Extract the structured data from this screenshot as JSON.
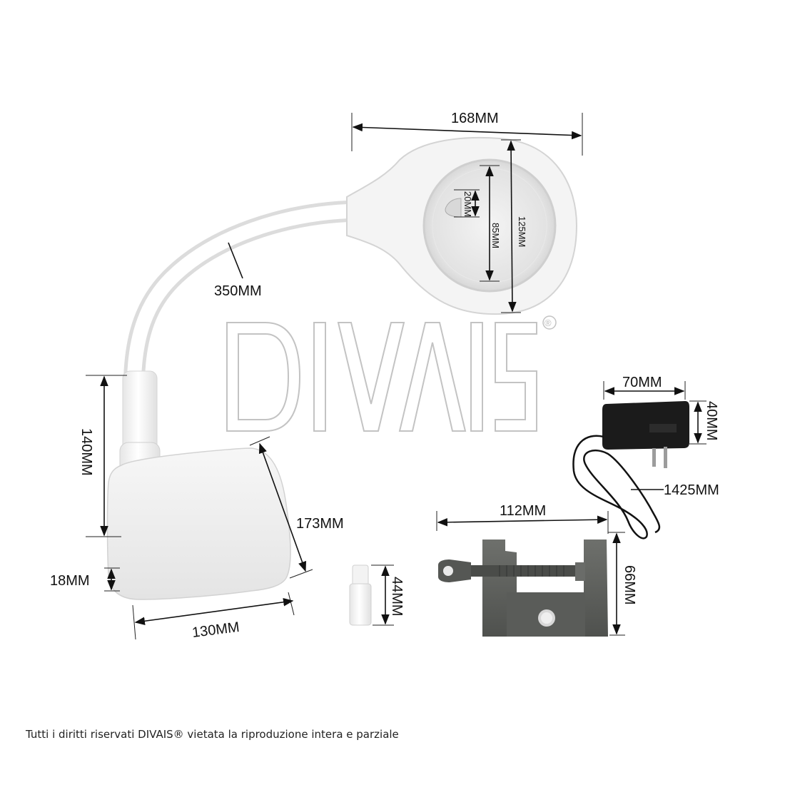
{
  "brand": {
    "logo_text": "DIVAIS",
    "registered_mark": "®"
  },
  "dimensions": {
    "lens_width": "168MM",
    "lens_diameter": "125MM",
    "lens_inner": "85MM",
    "lens_small": "20MM",
    "arm_length": "350MM",
    "base_height": "140MM",
    "base_depth": "173MM",
    "base_thickness": "18MM",
    "base_width": "130MM",
    "adapter_width": "70MM",
    "adapter_height": "40MM",
    "cable_length": "1425MM",
    "clamp_width": "112MM",
    "clamp_height": "66MM",
    "insert_height": "44MM"
  },
  "footer": {
    "copyright": "Tutti i diritti riservati DIVAIS® vietata la riproduzione intera e parziale"
  },
  "colors": {
    "product_white": "#f2f2f2",
    "clamp_grey": "#5d5f5c",
    "adapter_black": "#1b1b1b",
    "dimension_line": "#111111"
  }
}
